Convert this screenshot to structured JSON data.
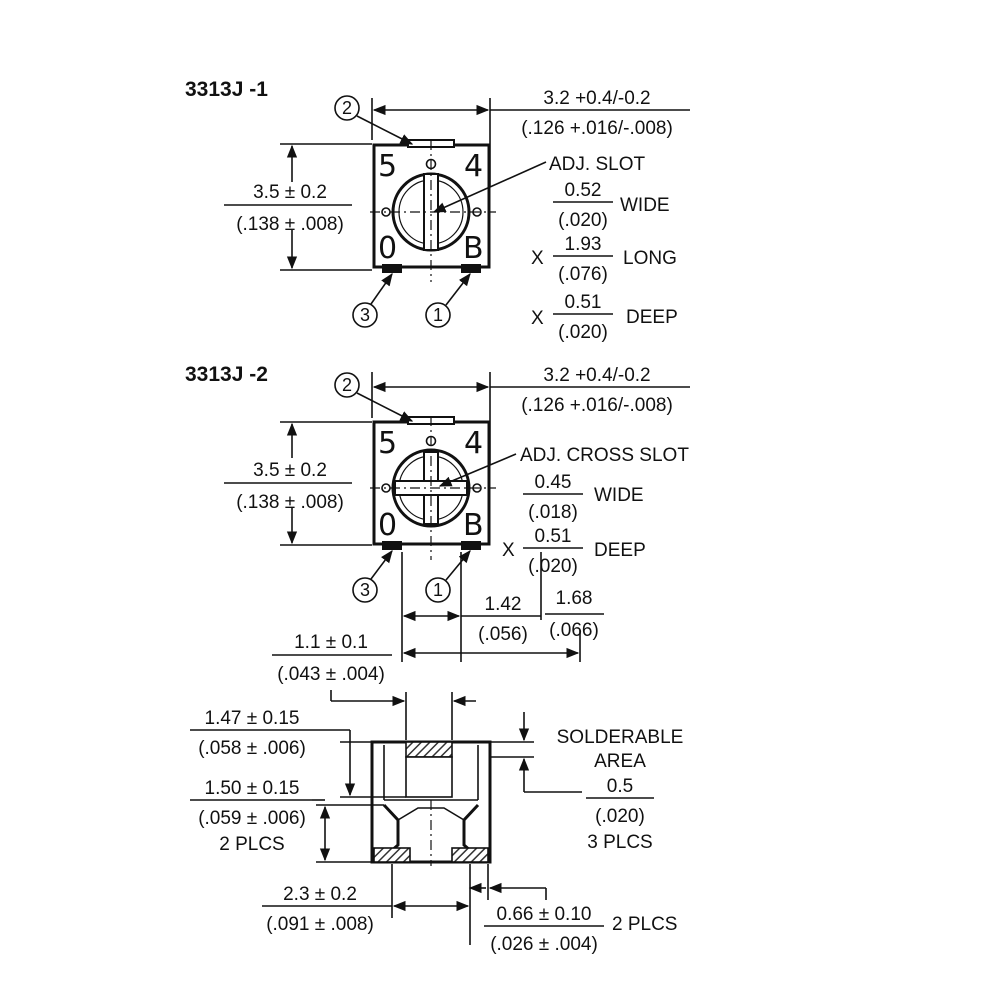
{
  "colors": {
    "ink": "#111111",
    "background": "#ffffff",
    "hatch": "#333333"
  },
  "variant1": {
    "title": "3313J -1",
    "pin_labels": [
      "2",
      "3",
      "1"
    ],
    "body_marks": [
      "5",
      "4",
      "0",
      "B"
    ],
    "width_dim": {
      "mm": "3.2 +0.4/-0.2",
      "inch": "(.126 +.016/-.008)"
    },
    "height_dim": {
      "mm": "3.5 ± 0.2",
      "inch": "(.138 ± .008)"
    },
    "slot_label": "ADJ. SLOT",
    "slot_wide": {
      "mm": "0.52",
      "inch": "(.020)",
      "label": "WIDE"
    },
    "slot_long": {
      "prefix": "X",
      "mm": "1.93",
      "inch": "(.076)",
      "label": "LONG"
    },
    "slot_deep": {
      "prefix": "X",
      "mm": "0.51",
      "inch": "(.020)",
      "label": "DEEP"
    }
  },
  "variant2": {
    "title": "3313J -2",
    "pin_labels": [
      "2",
      "3",
      "1"
    ],
    "body_marks": [
      "5",
      "4",
      "0",
      "B"
    ],
    "width_dim": {
      "mm": "3.2 +0.4/-0.2",
      "inch": "(.126 +.016/-.008)"
    },
    "height_dim": {
      "mm": "3.5 ± 0.2",
      "inch": "(.138 ± .008)"
    },
    "slot_label": "ADJ. CROSS SLOT",
    "slot_wide": {
      "mm": "0.45",
      "inch": "(.018)",
      "label": "WIDE"
    },
    "slot_deep": {
      "prefix": "X",
      "mm": "0.51",
      "inch": "(.020)",
      "label": "DEEP"
    },
    "pin_spacing_1": {
      "mm": "1.42",
      "inch": "(.056)"
    },
    "pin_spacing_2": {
      "mm": "1.68",
      "inch": "(.066)"
    }
  },
  "bottom_view": {
    "width_1": {
      "mm": "1.1 ± 0.1",
      "inch": "(.043 ± .004)"
    },
    "height_1": {
      "mm": "1.47 ± 0.15",
      "inch": "(.058 ± .006)"
    },
    "height_2": {
      "mm": "1.50 ± 0.15",
      "inch": "(.059 ± .006)",
      "note": "2 PLCS"
    },
    "solderable": {
      "line1": "SOLDERABLE",
      "line2": "AREA",
      "mm": "0.5",
      "inch": "(.020)",
      "note": "3 PLCS"
    },
    "width_2": {
      "mm": "2.3 ± 0.2",
      "inch": "(.091 ± .008)"
    },
    "pad_width": {
      "mm": "0.66 ± 0.10",
      "inch": "(.026 ± .004)",
      "note": "2 PLCS"
    }
  }
}
